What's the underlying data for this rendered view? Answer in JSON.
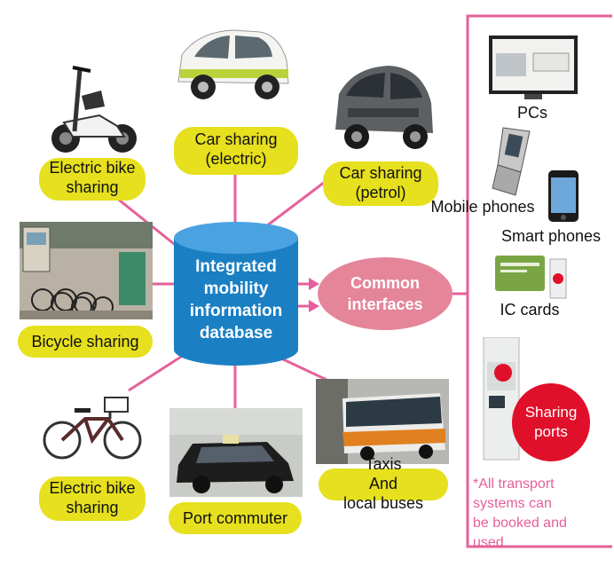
{
  "center": {
    "line1": "Integrated",
    "line2": "mobility",
    "line3": "information",
    "line4": "database"
  },
  "interfaces": {
    "line1": "Common",
    "line2": "interfaces"
  },
  "services": {
    "ebike_top": {
      "line1": "Electric bike",
      "line2": "sharing"
    },
    "car_electric": {
      "line1": "Car sharing",
      "line2": "(electric)"
    },
    "car_petrol": {
      "line1": "Car sharing",
      "line2": "(petrol)"
    },
    "bicycle": {
      "line1": "Bicycle sharing"
    },
    "ebike_bottom": {
      "line1": "Electric bike",
      "line2": "sharing"
    },
    "port_commuter": {
      "line1": "Port commuter"
    },
    "taxis": {
      "line1": "Taxis",
      "line2": "And",
      "line3": "local buses"
    }
  },
  "devices": {
    "pcs": "PCs",
    "mobile": "Mobile phones",
    "smart": "Smart phones",
    "ic": "IC cards"
  },
  "ports": {
    "line1": "Sharing",
    "line2": "ports"
  },
  "note": {
    "line1": "*All transport",
    "line2": "systems can",
    "line3": "be booked and",
    "line4": "used"
  },
  "colors": {
    "accent_pink": "#e5609a",
    "pill_yellow": "#e6e01e",
    "db_blue": "#1b7fc4",
    "port_red": "#e0102a"
  }
}
